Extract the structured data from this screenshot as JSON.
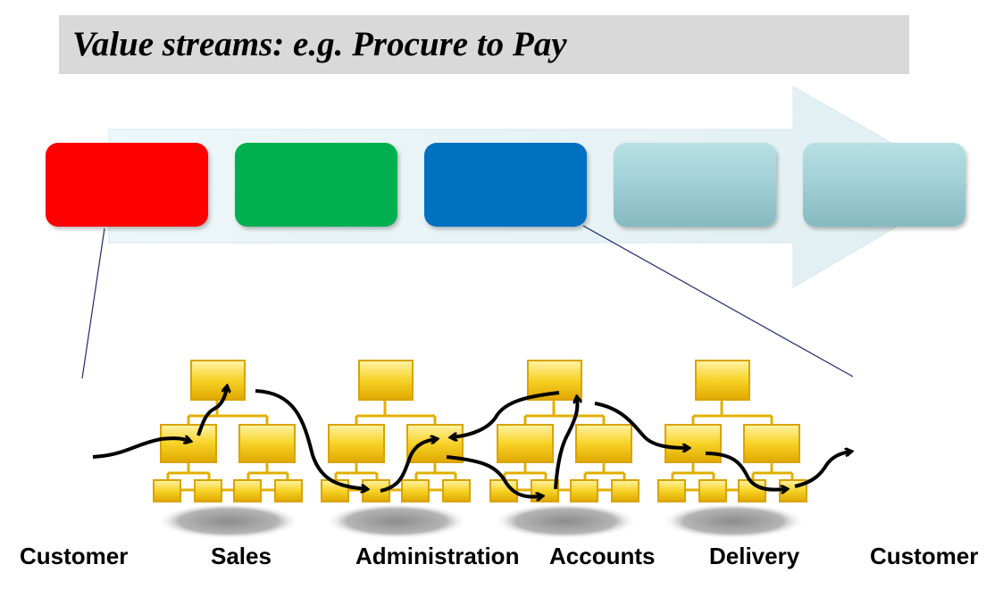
{
  "title": "Value streams: e.g. Procure to Pay",
  "colors": {
    "stage_1": "#ff0000",
    "stage_2": "#00b050",
    "stage_3": "#0070c0",
    "stage_4": "#9fcfd5",
    "stage_5": "#9fcfd5",
    "arrow": "#e6f2f4",
    "org_node": "#f2c314",
    "flow_arrow": "#000000",
    "zoom_line": "#1f2a6b"
  },
  "stages": [
    {
      "color_key": "stage_1"
    },
    {
      "color_key": "stage_2"
    },
    {
      "color_key": "stage_3"
    },
    {
      "color_key": "stage_4"
    },
    {
      "color_key": "stage_5"
    }
  ],
  "labels": [
    "Customer",
    "Sales",
    "Administration",
    "Accounts",
    "Delivery",
    "Customer"
  ],
  "icons": [
    "org-chart-icon",
    "org-chart-icon",
    "org-chart-icon",
    "org-chart-icon"
  ]
}
